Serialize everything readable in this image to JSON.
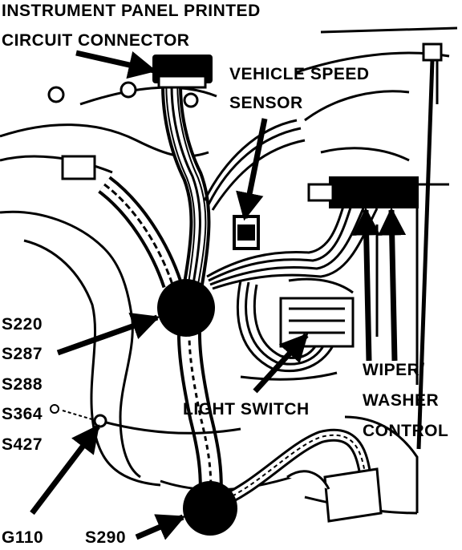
{
  "labels": {
    "ipc_line1": "INSTRUMENT PANEL PRINTED",
    "ipc_line2": "CIRCUIT CONNECTOR",
    "vss_line1": "VEHICLE SPEED",
    "vss_line2": "SENSOR",
    "splices": [
      "S220",
      "S287",
      "S288",
      "S364",
      "S427"
    ],
    "light_switch": "LIGHT SWITCH",
    "wiper_line1": "WIPER/",
    "wiper_line2": "WASHER",
    "wiper_line3": "CONTROL",
    "g110": "G110",
    "s290": "S290"
  },
  "colors": {
    "ink": "#000000",
    "paper": "#ffffff"
  }
}
